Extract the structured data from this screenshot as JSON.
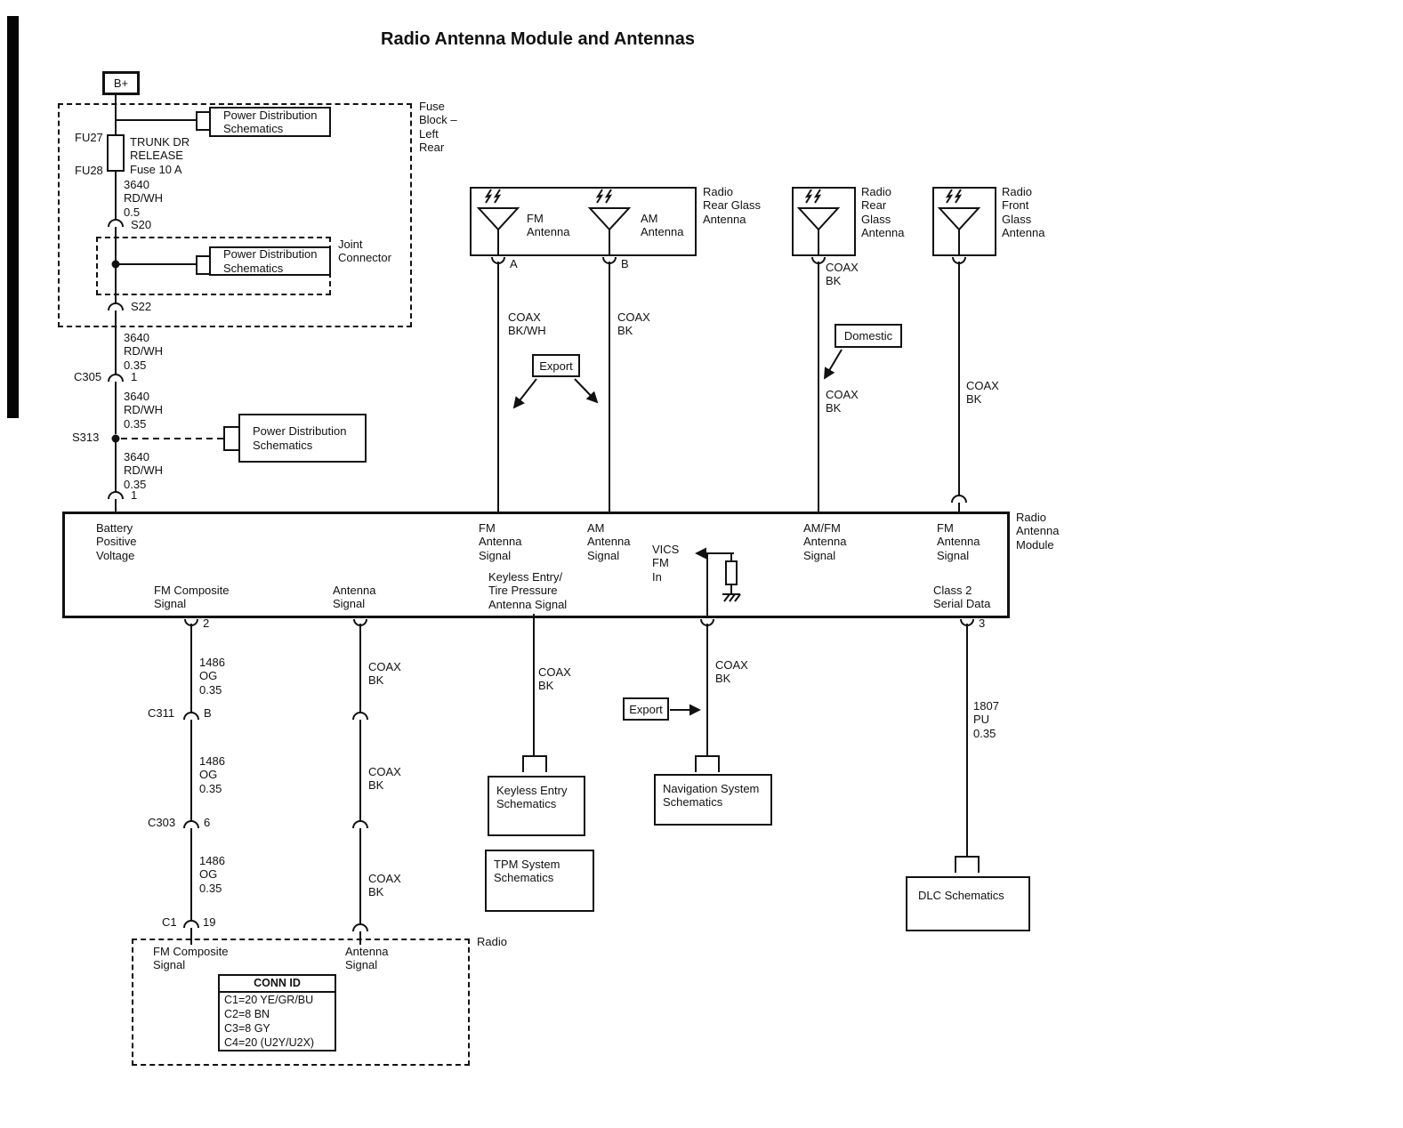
{
  "colors": {
    "ink": "#111111",
    "background": "#ffffff"
  },
  "title": "Radio Antenna Module and Antennas",
  "fuse_area": {
    "b_plus": "B+",
    "block_label": "Fuse\nBlock –\nLeft\nRear",
    "pds1": "Power Distribution\nSchematics",
    "fu27": "FU27",
    "fu28": "FU28",
    "fuse_name": "TRUNK DR\nRELEASE\nFuse 10 A",
    "wire1": "3640\nRD/WH\n0.5",
    "s20": "S20",
    "joint_connector": "Joint\nConnector",
    "pds2": "Power Distribution\nSchematics",
    "s22": "S22",
    "wire2": "3640\nRD/WH\n0.35",
    "c305": "C305",
    "c305_pin": "1",
    "wire3": "3640\nRD/WH\n0.35",
    "s313": "S313",
    "pds3": "Power Distribution\nSchematics",
    "wire4": "3640\nRD/WH\n0.35",
    "module_pin1": "1"
  },
  "antennas": {
    "rear_fm_am": {
      "fm": "FM\nAntenna",
      "am": "AM\nAntenna",
      "label": "Radio\nRear Glass\nAntenna",
      "pin_a": "A",
      "pin_b": "B",
      "coax_fm": "COAX\nBK/WH",
      "coax_am": "COAX\nBK",
      "export": "Export"
    },
    "rear_glass": {
      "label": "Radio\nRear\nGlass\nAntenna",
      "coax_top": "COAX\nBK",
      "domestic": "Domestic",
      "coax_bottom": "COAX\nBK"
    },
    "front_glass": {
      "label": "Radio\nFront\nGlass\nAntenna",
      "coax": "COAX\nBK"
    }
  },
  "module": {
    "label": "Radio\nAntenna\nModule",
    "battery": "Battery\nPositive\nVoltage",
    "fm_signal": "FM\nAntenna\nSignal",
    "am_signal": "AM\nAntenna\nSignal",
    "vics": "VICS\nFM\nIn",
    "amfm_signal": "AM/FM\nAntenna\nSignal",
    "fm_signal2": "FM\nAntenna\nSignal",
    "fm_composite": "FM Composite\nSignal",
    "antenna_signal": "Antenna\nSignal",
    "keyless": "Keyless Entry/\nTire Pressure\nAntenna Signal",
    "class2": "Class 2\nSerial Data"
  },
  "below": {
    "pin2": "2",
    "pin3": "3",
    "wire_og1": "1486\nOG\n0.35",
    "c311": "C311",
    "c311_pin": "B",
    "wire_og2": "1486\nOG\n0.35",
    "c303": "C303",
    "c303_pin": "6",
    "wire_og3": "1486\nOG\n0.35",
    "c1": "C1",
    "c1_pin": "19",
    "coax_ant1": "COAX\nBK",
    "coax_ant2": "COAX\nBK",
    "coax_ant3": "COAX\nBK",
    "coax_keyless": "COAX\nBK",
    "coax_vics": "COAX\nBK",
    "export": "Export",
    "wire_pu": "1807\nPU\n0.35",
    "keyless_box": "Keyless Entry\nSchematics",
    "tpm_box": "TPM System\nSchematics",
    "nav_box": "Navigation System\nSchematics",
    "dlc_box": "DLC Schematics"
  },
  "radio": {
    "label": "Radio",
    "fm_composite": "FM Composite\nSignal",
    "antenna_signal": "Antenna\nSignal",
    "conn_id": {
      "header": "CONN ID",
      "rows": [
        "C1=20 YE/GR/BU",
        "C2=8 BN",
        "C3=8 GY",
        "C4=20 (U2Y/U2X)"
      ]
    }
  }
}
